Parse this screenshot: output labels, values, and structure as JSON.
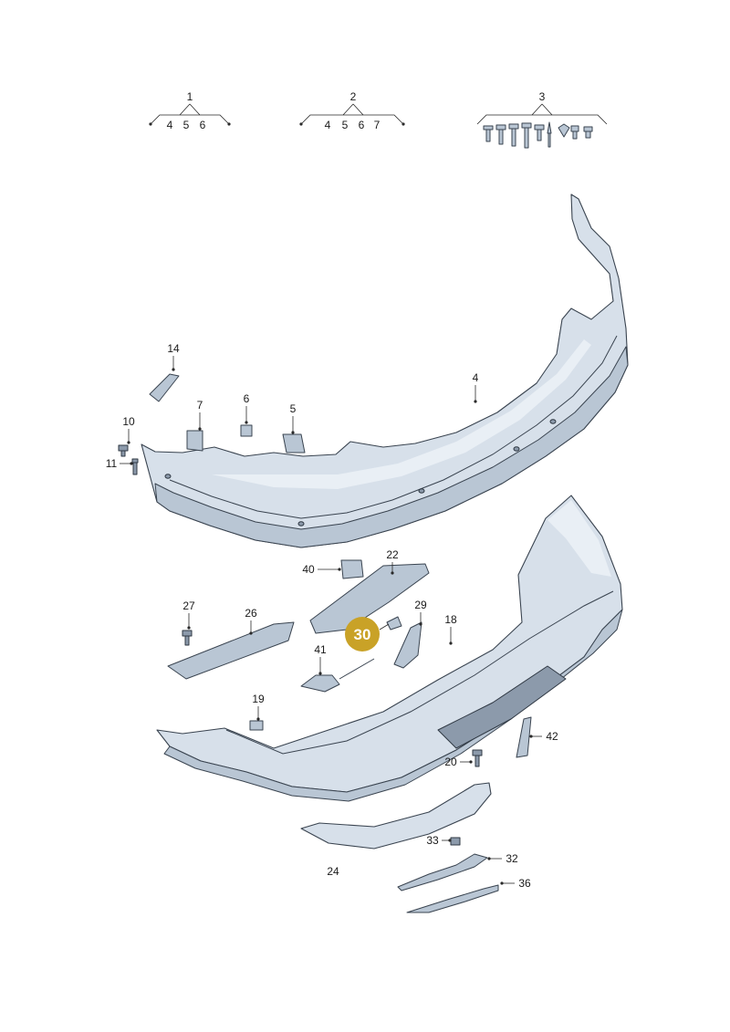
{
  "labels": {
    "group1": "1",
    "group2": "2",
    "group3": "3",
    "g1_4": "4",
    "g1_5": "5",
    "g1_6": "6",
    "g2_4": "4",
    "g2_5": "5",
    "g2_6": "6",
    "g2_7": "7",
    "p4": "4",
    "p5": "5",
    "p6": "6",
    "p7": "7",
    "p10": "10",
    "p11": "11",
    "p14": "14",
    "p18": "18",
    "p19": "19",
    "p20": "20",
    "p22": "22",
    "p24": "24",
    "p26": "26",
    "p27": "27",
    "p29": "29",
    "p32": "32",
    "p33": "33",
    "p36": "36",
    "p40": "40",
    "p41": "41",
    "p42": "42"
  },
  "highlight": {
    "label": "30",
    "color": "#c9a227"
  },
  "colors": {
    "part_fill": "#d7e0ea",
    "outline": "#3a4450"
  }
}
